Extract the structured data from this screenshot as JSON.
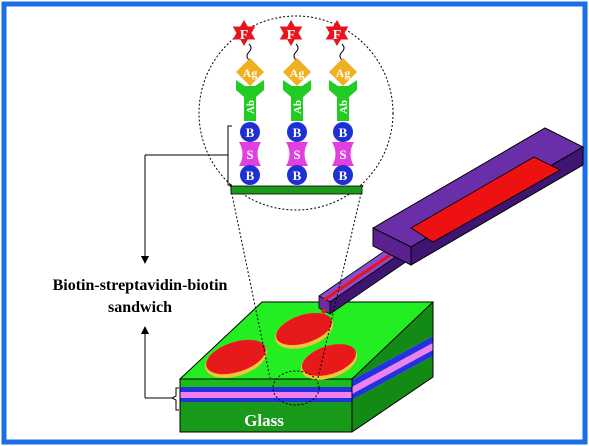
{
  "caption_line1": "Biotin-streptavidin-biotin",
  "caption_line2": "sandwich",
  "substrate_label": "Glass",
  "molecule_labels": {
    "fluorophore": "F",
    "antigen": "Ag",
    "antibody": "Ab",
    "biotin": "B",
    "streptavidin": "S"
  },
  "colors": {
    "frame": "#1a6ee6",
    "fluorophore": "#e8141b",
    "antigen": "#f0b020",
    "antibody": "#22cc22",
    "biotin": "#1f2fd6",
    "streptavidin": "#e040e0",
    "base_strip": "#1a9a1a",
    "chip_top": "#22ee22",
    "chip_side": "#138a13",
    "spot": "#e8191b",
    "spot_rim": "#f2c43a",
    "layer_blue": "#2233dd",
    "layer_pink": "#f080f0",
    "probe": "#6a2ea8",
    "probe_dark": "#3e1570",
    "probe_window": "#ee1111"
  }
}
